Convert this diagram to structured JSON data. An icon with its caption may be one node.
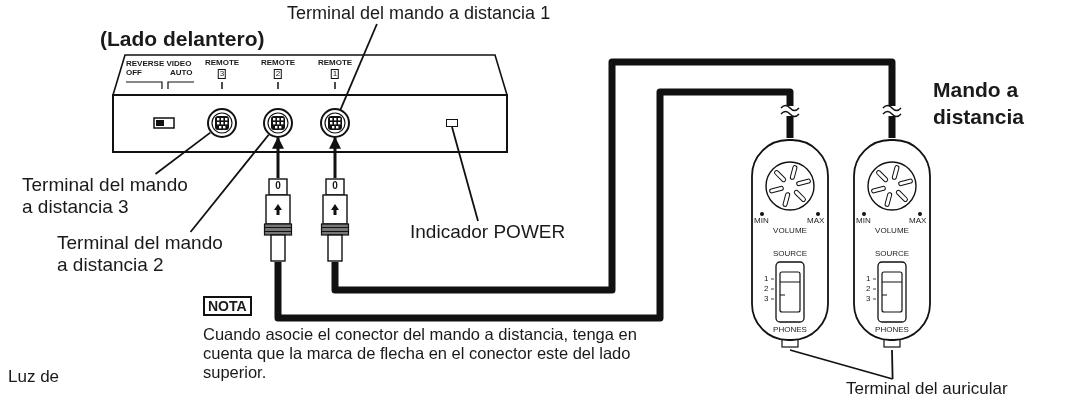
{
  "diagram": {
    "title": "(Lado delantero)",
    "nodes": [
      {
        "text": [
          "REVERSE VIDEO",
          "OFF",
          "AUTO",
          "REMOTE",
          "3",
          "REMOTE",
          "2",
          "REMOTE",
          "1"
        ]
      },
      {
        "text": [],
        "shape": "circle",
        "in": 0
      },
      {
        "text": [],
        "shape": "circle",
        "in": 0
      },
      {
        "text": [],
        "shape": "circle",
        "in": 0
      },
      {
        "text": [],
        "shape": "box",
        "in": 0
      },
      {
        "text": [
          "Terminal del mando a distancia 1"
        ]
      },
      {
        "text": [
          "Terminal del mando a distancia 3"
        ]
      },
      {
        "text": [
          "Terminal del mando a distancia 2"
        ]
      },
      {
        "text": [
          "Indicador POWER"
        ]
      },
      {
        "text": [
          "0"
        ]
      },
      {
        "text": [
          "0"
        ]
      },
      {
        "text": [
          "MIN",
          "MAX",
          "VOLUME",
          "SOURCE",
          "1",
          "2",
          "3",
          "PHONES"
        ]
      },
      {
        "text": [
          "MIN",
          "MAX",
          "VOLUME",
          "SOURCE",
          "1",
          "2",
          "3",
          "PHONES"
        ]
      },
      {
        "text": [
          "Terminal del auricular"
        ]
      }
    ],
    "edges": [
      {
        "from": 5,
        "to": 3,
        "arrow": "none"
      },
      {
        "from": 6,
        "to": 1,
        "arrow": "none"
      },
      {
        "from": 7,
        "to": 2,
        "arrow": "none"
      },
      {
        "from": 8,
        "to": 4,
        "arrow": "none"
      },
      {
        "from": 9,
        "to": 2,
        "arrow": "to"
      },
      {
        "from": 10,
        "to": 3,
        "arrow": "to"
      },
      {
        "from": 9,
        "to": 11,
        "arrow": "none",
        "style": "thick"
      },
      {
        "from": 10,
        "to": 12,
        "arrow": "none",
        "style": "thick"
      },
      {
        "from": 13,
        "to": 11,
        "arrow": "none"
      },
      {
        "from": 13,
        "to": 12,
        "arrow": "none"
      }
    ],
    "labels": [
      "Mando a distancia",
      "NOTA",
      "Cuando asocie el conector del mando a distancia, tenga en cuenta que la marca de flecha en el conector este del lado superior.",
      "Luz de"
    ]
  }
}
